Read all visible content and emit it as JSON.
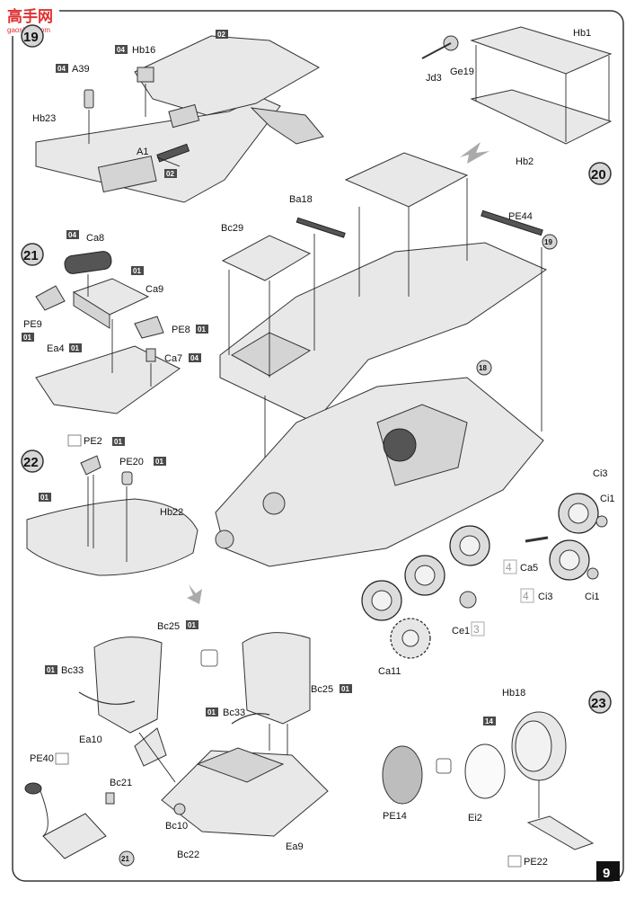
{
  "watermark": {
    "brand_cn": "高手网",
    "url": "gaoshou.com"
  },
  "page_number": "9",
  "steps": {
    "s19": "19",
    "s20": "20",
    "s21": "21",
    "s22": "22",
    "s23": "23",
    "ref19": "19",
    "ref18": "18",
    "ref21": "21"
  },
  "badges": {
    "b04_hb16": "04",
    "b02_top": "02",
    "b04_a39": "04",
    "b02_a1": "02",
    "b04_ca8": "04",
    "b01_ca8": "01",
    "b01_pe8": "01",
    "b01_pe9": "01",
    "b01_ea4": "01",
    "b04_ca7": "04",
    "b01_pe2": "01",
    "b01_pe20": "01",
    "b01_hb22": "01",
    "b01_bc25a": "01",
    "b01_bc33a": "01",
    "b01_bc33b": "01",
    "b01_bc25b": "01",
    "b14_hb18": "14"
  },
  "labels": {
    "hb16": "Hb16",
    "a39": "A39",
    "hb23": "Hb23",
    "a1": "A1",
    "hb1": "Hb1",
    "jd3": "Jd3",
    "ge19": "Ge19",
    "hb2": "Hb2",
    "ba18": "Ba18",
    "bc29": "Bc29",
    "pe44": "PE44",
    "ca8": "Ca8",
    "ca9": "Ca9",
    "pe9": "PE9",
    "pe8": "PE8",
    "ea4": "Ea4",
    "ca7": "Ca7",
    "pe2": "PE2",
    "pe20": "PE20",
    "hb22": "Hb22",
    "ci3a": "Ci3",
    "ci1a": "Ci1",
    "ca5": "Ca5",
    "ci3b": "Ci3",
    "ci1b": "Ci1",
    "ce1": "Ce1",
    "ca11": "Ca11",
    "bc25a": "Bc25",
    "bc33a": "Bc33",
    "ea10": "Ea10",
    "pe40": "PE40",
    "bc21": "Bc21",
    "bc10": "Bc10",
    "bc22": "Bc22",
    "bc33b": "Bc33",
    "bc25b": "Bc25",
    "ea9": "Ea9",
    "hb18": "Hb18",
    "pe14": "PE14",
    "ei2": "Ei2",
    "pe22": "PE22"
  },
  "quantities": {
    "ca5": "4",
    "ci3": "4",
    "ce1": "3"
  }
}
